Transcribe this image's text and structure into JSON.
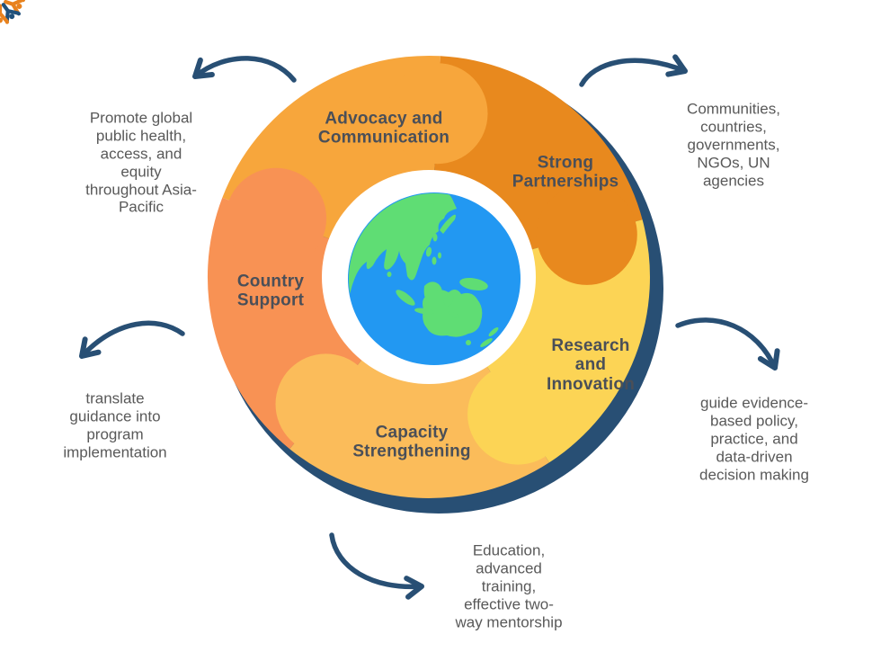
{
  "colors": {
    "background": "#FFFFFF",
    "shadow_navy": "#284F74",
    "arrow_navy": "#284F74",
    "segment_label_text": "#4A4F58",
    "annotation_text": "#595959",
    "globe_ocean": "#2298F2",
    "globe_land": "#5FDD74",
    "ring_white": "#FFFFFF",
    "logo_navy": "#20517B",
    "logo_orange": "#E8821E"
  },
  "wheel": {
    "segments": [
      {
        "id": "advocacy-communication",
        "label": "Advocacy and\nCommunication",
        "color": "#F7A63C",
        "head_angle_deg": 3
      },
      {
        "id": "strong-partnerships",
        "label": "Strong\nPartnerships",
        "color": "#E8891E",
        "head_angle_deg": 75
      },
      {
        "id": "research-innovation",
        "label": "Research\nand\nInnovation",
        "color": "#FCD455",
        "head_angle_deg": 147
      },
      {
        "id": "capacity-strengthening",
        "label": "Capacity\nStrengthening",
        "color": "#FBBC5A",
        "head_angle_deg": 219
      },
      {
        "id": "country-support",
        "label": "Country\nSupport",
        "color": "#F89254",
        "head_angle_deg": 291
      }
    ]
  },
  "annotations": [
    {
      "id": "top-left",
      "text": "Promote global\npublic health,\naccess, and\nequity\nthroughout Asia-\nPacific"
    },
    {
      "id": "top-right",
      "text": "Communities,\ncountries,\ngovernments,\nNGOs, UN\nagencies"
    },
    {
      "id": "right",
      "text": "guide evidence-\nbased policy,\npractice, and\ndata-driven\ndecision making"
    },
    {
      "id": "bottom",
      "text": "Education,\nadvanced\ntraining,\neffective two-\nway mentorship"
    },
    {
      "id": "left",
      "text": "translate\nguidance into\nprogram\nimplementation"
    }
  ]
}
